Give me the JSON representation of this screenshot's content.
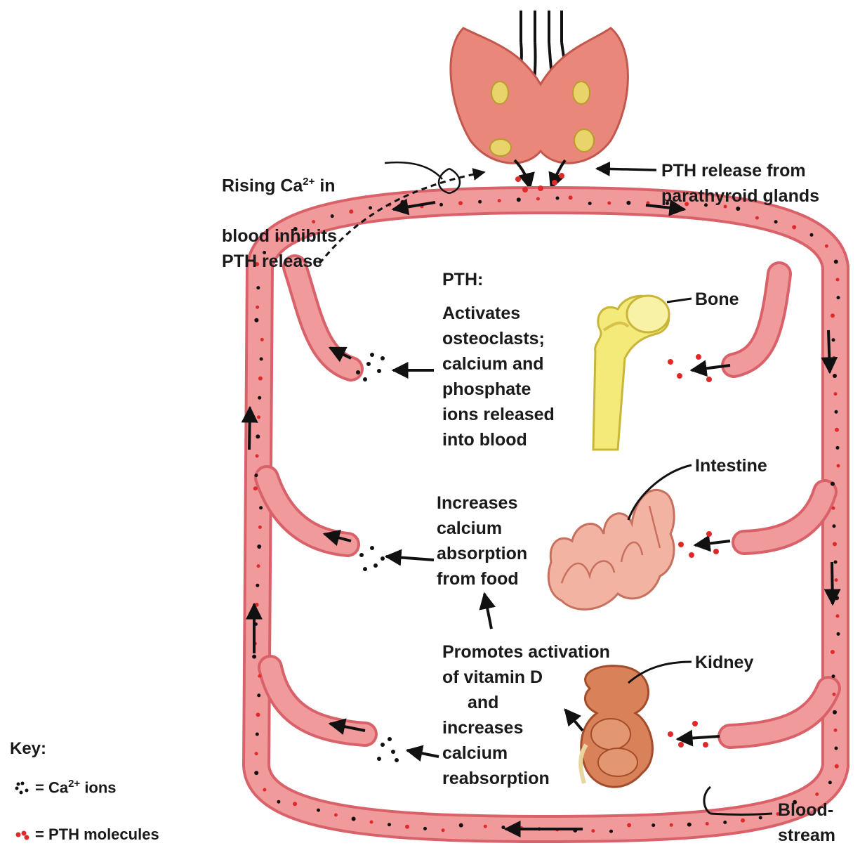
{
  "labels": {
    "rising_ca": {
      "pre": "Rising Ca",
      "sup": "2+",
      "post": " in",
      "rest": "blood inhibits\nPTH release"
    },
    "pth_release": "PTH release from\nparathyroid glands",
    "pth_heading": "PTH:",
    "bone_action": "Activates\nosteoclasts;\ncalcium and\nphosphate\nions released\ninto blood",
    "bone": "Bone",
    "intestine_action": "Increases\ncalcium\nabsorption\nfrom food",
    "intestine": "Intestine",
    "kidney_action_1": "Promotes activation\nof vitamin D",
    "kidney_action_and": "and",
    "kidney_action_2": "increases\ncalcium\nreabsorption",
    "kidney": "Kidney",
    "bloodstream": "Blood-\nstream"
  },
  "key": {
    "title": "Key:",
    "ca_pre": "= Ca",
    "ca_sup": "2+",
    "ca_post": " ions",
    "pth": "= PTH molecules"
  },
  "colors": {
    "vessel": "#f19a9c",
    "vessel_edge": "#d9626a",
    "gland": "#e8877a",
    "pth_dot": "#e02a2a",
    "ca_dot": "#111111",
    "bone": "#f3ea7a",
    "intestine": "#f2b3a2",
    "kidney": "#d9825a"
  }
}
